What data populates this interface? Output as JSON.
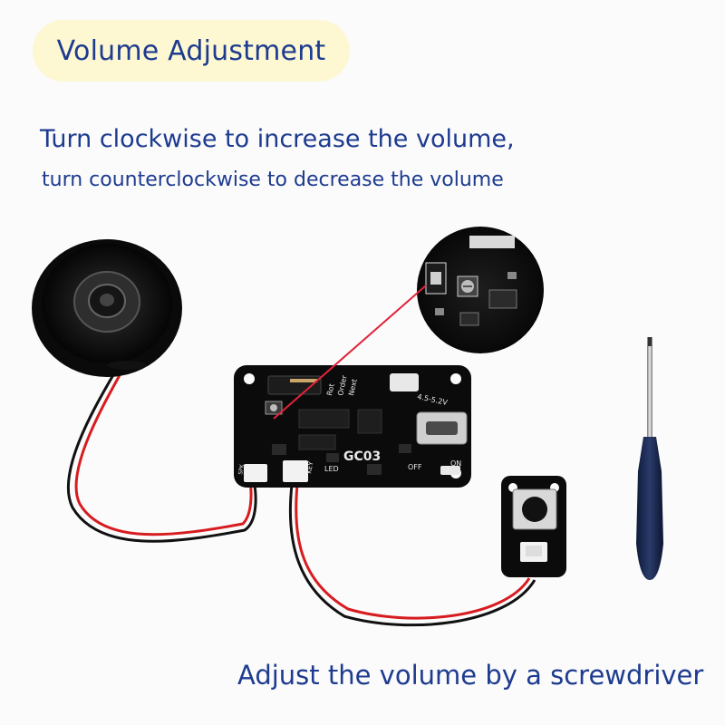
{
  "header": {
    "title": "Volume Adjustment"
  },
  "instructions": {
    "line1": "Turn clockwise to increase the volume,",
    "line2": "turn counterclockwise to decrease the volume"
  },
  "caption": "Adjust the volume by a screwdriver",
  "board": {
    "model": "GC03",
    "labels": {
      "rot": "Rot",
      "order": "Order",
      "next": "Next",
      "voltage": "4.5-5.2V",
      "key": "KEY",
      "led": "LED",
      "off": "OFF",
      "on": "ON",
      "spk": "SPK"
    }
  },
  "colors": {
    "text": "#1d3b8f",
    "pill": "#fdf7d2",
    "pointer": "#e0233a"
  }
}
